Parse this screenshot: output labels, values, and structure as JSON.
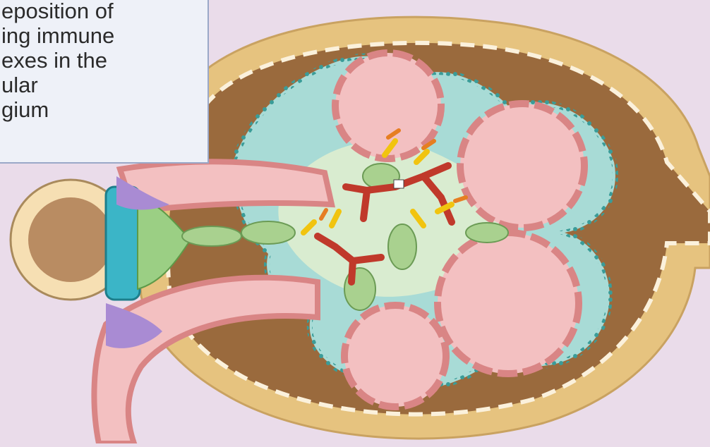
{
  "callout": {
    "lines": [
      "eposition of",
      "ing immune",
      "exes in the",
      "ular",
      "gium"
    ]
  },
  "palette": {
    "background": "#eadcea",
    "capsule_outer": "#e6c37f",
    "capsule_inner": "#9a6a3d",
    "podocyte_layer": "#a8dbd6",
    "capillary": "#f3c0c1",
    "capillary_wall": "#d98585",
    "mesangium": "#d9ecd0",
    "mesangial_cell": "#a9d18f",
    "immune_complex": "#c0392b",
    "antigen": "#f1c40f"
  }
}
